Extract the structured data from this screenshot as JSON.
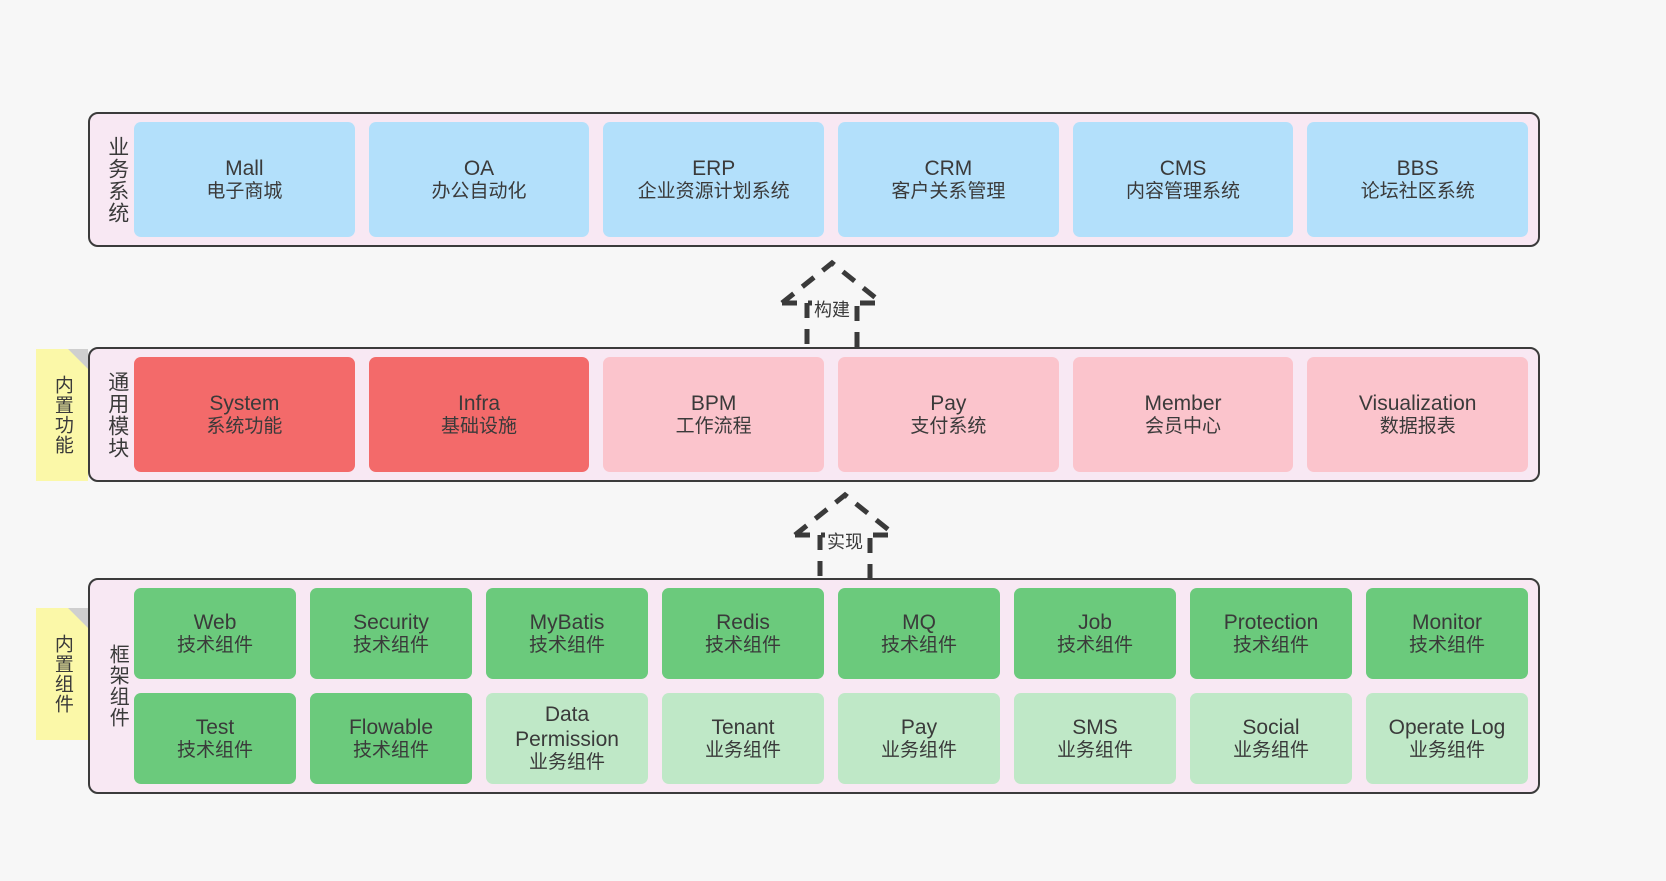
{
  "colors": {
    "background": "#f7f7f7",
    "layer_fill": "#f8e8f3",
    "layer_border": "#3b3b3b",
    "business_card": "#b3e0fb",
    "module_core": "#f36a6a",
    "module_plain": "#fbc4cc",
    "tech_component": "#6bca7c",
    "biz_component": "#bfe8c7",
    "sticky_note": "#fbf8a8",
    "sticky_fold": "#cfcfcf",
    "text": "#3a3a3a"
  },
  "layers": {
    "business": {
      "label": "业务系统",
      "cards": [
        {
          "en": "Mall",
          "cn": "电子商城"
        },
        {
          "en": "OA",
          "cn": "办公自动化"
        },
        {
          "en": "ERP",
          "cn": "企业资源计划系统"
        },
        {
          "en": "CRM",
          "cn": "客户关系管理"
        },
        {
          "en": "CMS",
          "cn": "内容管理系统"
        },
        {
          "en": "BBS",
          "cn": "论坛社区系统"
        }
      ]
    },
    "modules": {
      "label": "通用模块",
      "cards": [
        {
          "en": "System",
          "cn": "系统功能",
          "style": "core"
        },
        {
          "en": "Infra",
          "cn": "基础设施",
          "style": "core"
        },
        {
          "en": "BPM",
          "cn": "工作流程",
          "style": "plain"
        },
        {
          "en": "Pay",
          "cn": "支付系统",
          "style": "plain"
        },
        {
          "en": "Member",
          "cn": "会员中心",
          "style": "plain"
        },
        {
          "en": "Visualization",
          "cn": "数据报表",
          "style": "plain"
        }
      ]
    },
    "framework": {
      "label": "框架组件",
      "row1": [
        {
          "en": "Web",
          "cn": "技术组件",
          "style": "tech"
        },
        {
          "en": "Security",
          "cn": "技术组件",
          "style": "tech"
        },
        {
          "en": "MyBatis",
          "cn": "技术组件",
          "style": "tech"
        },
        {
          "en": "Redis",
          "cn": "技术组件",
          "style": "tech"
        },
        {
          "en": "MQ",
          "cn": "技术组件",
          "style": "tech"
        },
        {
          "en": "Job",
          "cn": "技术组件",
          "style": "tech"
        },
        {
          "en": "Protection",
          "cn": "技术组件",
          "style": "tech"
        },
        {
          "en": "Monitor",
          "cn": "技术组件",
          "style": "tech"
        }
      ],
      "row2": [
        {
          "en": "Test",
          "cn": "技术组件",
          "style": "tech"
        },
        {
          "en": "Flowable",
          "cn": "技术组件",
          "style": "tech"
        },
        {
          "en": "Data Permission",
          "cn": "业务组件",
          "style": "biz"
        },
        {
          "en": "Tenant",
          "cn": "业务组件",
          "style": "biz"
        },
        {
          "en": "Pay",
          "cn": "业务组件",
          "style": "biz"
        },
        {
          "en": "SMS",
          "cn": "业务组件",
          "style": "biz"
        },
        {
          "en": "Social",
          "cn": "业务组件",
          "style": "biz"
        },
        {
          "en": "Operate Log",
          "cn": "业务组件",
          "style": "biz"
        }
      ]
    }
  },
  "notes": [
    {
      "text": "内置功能"
    },
    {
      "text": "内置组件"
    }
  ],
  "arrows": [
    {
      "label": "构建"
    },
    {
      "label": "实现"
    }
  ]
}
